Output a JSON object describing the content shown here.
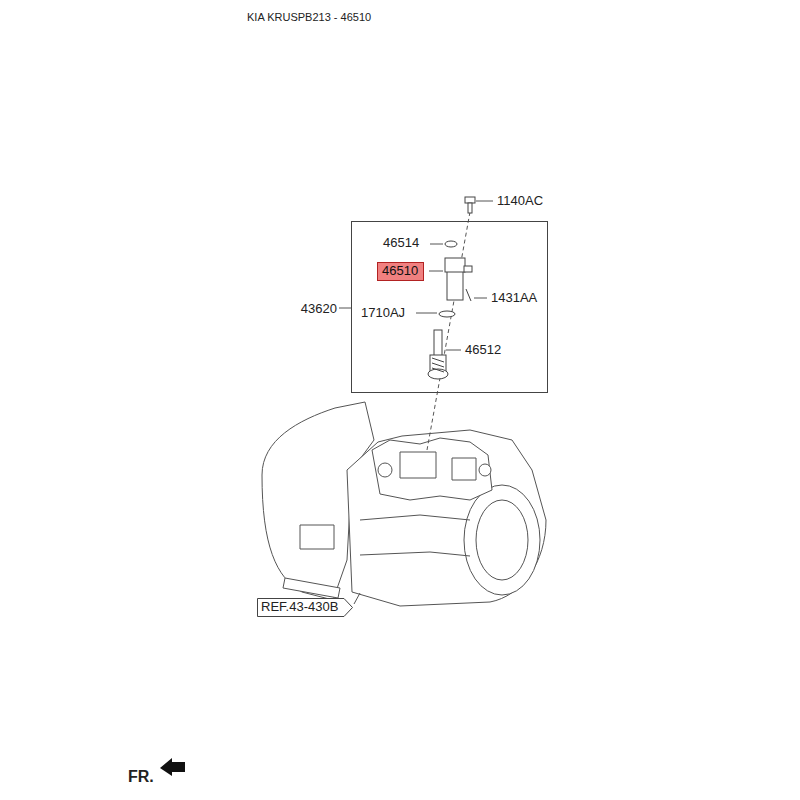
{
  "diagram": {
    "title": "KIA KRUSPB213 - 46510",
    "nodes": [
      {
        "text": [
          "43620"
        ]
      },
      {
        "text": [
          "46510"
        ],
        "in": 0
      },
      {
        "text": [
          "REF.43-430B"
        ]
      }
    ],
    "labels": [
      "1140AC",
      "46514",
      "1431AA",
      "1710AJ",
      "46512",
      "FR."
    ]
  }
}
